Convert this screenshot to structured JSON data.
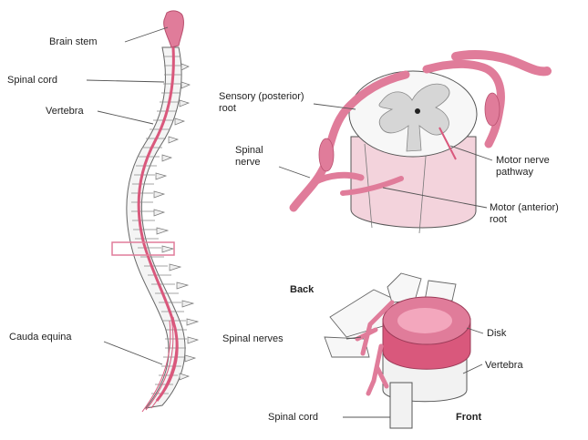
{
  "colors": {
    "pink": "#e07c9a",
    "pink_light": "#f3d3dc",
    "pink_mid": "#d9587c",
    "gray_matter": "#d6d6d6",
    "bone": "#f2f2f2",
    "line": "#555555"
  },
  "labels": {
    "brain_stem": "Brain stem",
    "spinal_cord_left": "Spinal cord",
    "vertebra_left": "Vertebra",
    "cauda_equina": "Cauda equina",
    "sensory_root_1": "Sensory (posterior)",
    "sensory_root_2": "root",
    "spinal_nerve_1": "Spinal",
    "spinal_nerve_2": "nerve",
    "motor_pathway_1": "Motor nerve",
    "motor_pathway_2": "pathway",
    "motor_root_1": "Motor (anterior)",
    "motor_root_2": "root",
    "back": "Back",
    "spinal_nerves": "Spinal nerves",
    "disk": "Disk",
    "vertebra_right": "Vertebra",
    "spinal_cord_bottom": "Spinal cord",
    "front": "Front"
  }
}
